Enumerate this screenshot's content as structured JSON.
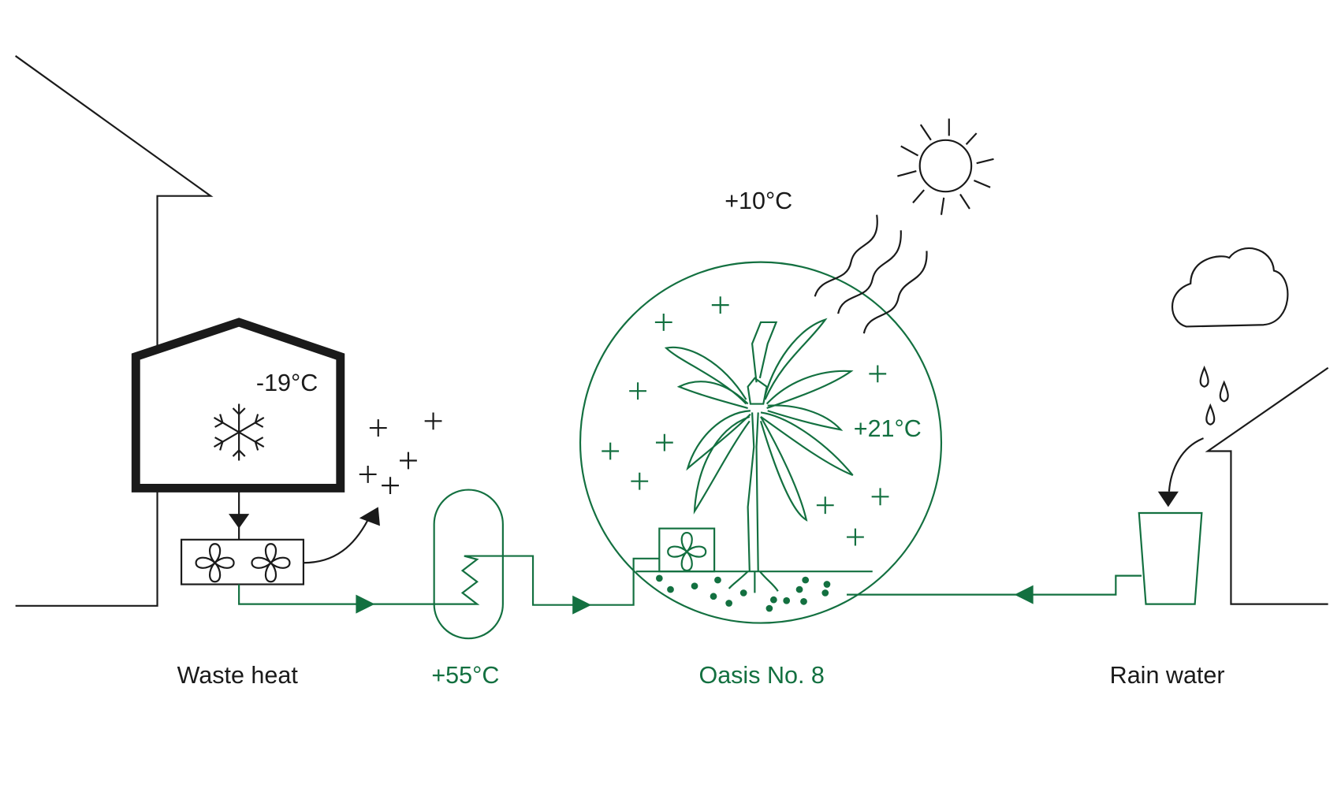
{
  "labels": {
    "outside_temp": "+10°C",
    "freezer_temp": "-19°C",
    "greenhouse_temp": "+21°C",
    "waste_heat": "Waste heat",
    "tank_temp": "+55°C",
    "oasis": "Oasis No. 8",
    "rain_water": "Rain water"
  },
  "colors": {
    "green": "#137040",
    "black": "#1a1a1a"
  }
}
